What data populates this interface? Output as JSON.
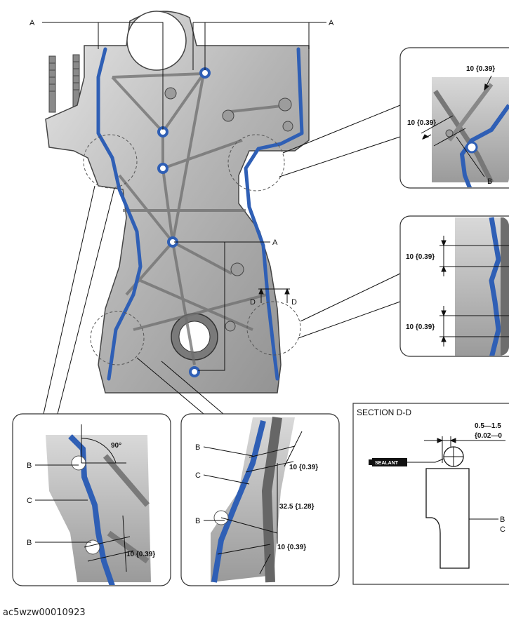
{
  "labels": {
    "a": "A",
    "b": "B",
    "c": "C",
    "d": "D"
  },
  "dimensions": {
    "bead_10": "10 {0.39}",
    "bead_32": "32.5 {1.28}",
    "angle_90": "90°",
    "bead_width": "0.5—1.5",
    "bead_width_in": "{0.02—0"
  },
  "section": {
    "title": "SECTION D-D",
    "sealant_tag": "SEALANT"
  },
  "caption": "ac5wzw00010923",
  "colors": {
    "sealant_blue": "#2f5fb5",
    "casting_light": "#c9c9c9",
    "casting_dark": "#7d7d7d"
  }
}
